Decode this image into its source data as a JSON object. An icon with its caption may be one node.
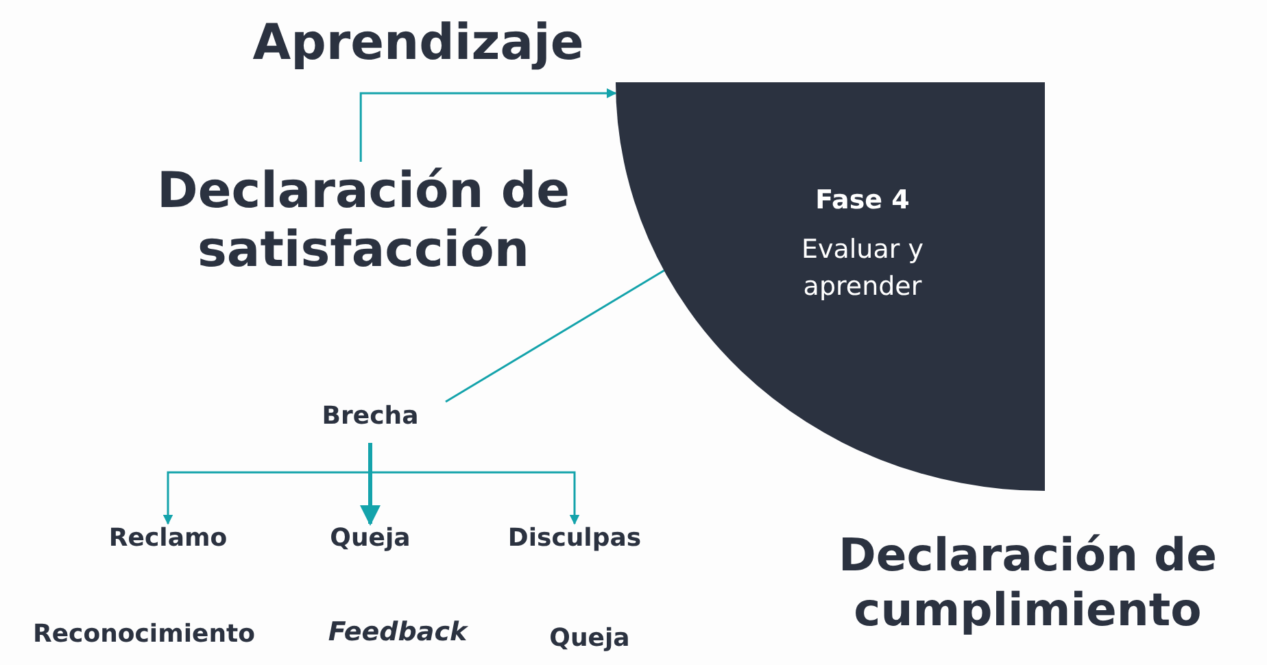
{
  "diagram": {
    "nodes": [
      {
        "text": [
          "Fase 4",
          "Evaluar y aprender"
        ]
      },
      {
        "text": [
          "Declaración de satisfacción"
        ]
      },
      {
        "text": [
          "Brecha"
        ]
      },
      {
        "text": [
          "Reclamo"
        ]
      },
      {
        "text": [
          "Queja"
        ]
      },
      {
        "text": [
          "Disculpas"
        ]
      }
    ],
    "edges": [
      {
        "from": 1,
        "to": 0,
        "arrow": "to",
        "label": "Aprendizaje"
      },
      {
        "from": 0,
        "to": 2,
        "arrow": "none"
      },
      {
        "from": 2,
        "to": 3,
        "arrow": "to"
      },
      {
        "from": 2,
        "to": 4,
        "arrow": "to",
        "style": "thick"
      },
      {
        "from": 2,
        "to": 5,
        "arrow": "to"
      }
    ],
    "labels": [
      "Reconocimiento",
      "Feedback",
      "Queja",
      "Declaración de cumplimiento"
    ]
  }
}
